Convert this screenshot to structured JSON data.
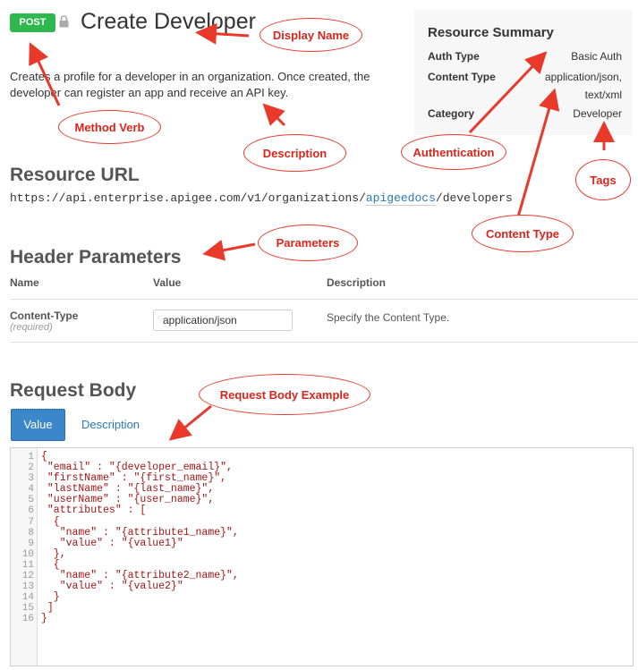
{
  "header": {
    "method": "POST",
    "display_name": "Create Developer",
    "description": "Creates a profile for a developer in an organization. Once created, the developer can register an app and receive an API key."
  },
  "summary": {
    "title": "Resource Summary",
    "rows": [
      {
        "label": "Auth Type",
        "value": "Basic Auth"
      },
      {
        "label": "Content Type",
        "value": "application/json, text/xml"
      },
      {
        "label": "Category",
        "value": "Developer"
      }
    ]
  },
  "resource_url": {
    "title": "Resource URL",
    "prefix": "https://api.enterprise.apigee.com/v1/organizations/",
    "param": "apigeedocs",
    "suffix": "/developers"
  },
  "header_params": {
    "title": "Header Parameters",
    "columns": [
      "Name",
      "Value",
      "Description"
    ],
    "rows": [
      {
        "name": "Content-Type",
        "required": "(required)",
        "value": "application/json",
        "description": "Specify the Content Type."
      }
    ]
  },
  "request_body": {
    "title": "Request Body",
    "tabs": [
      {
        "label": "Value",
        "active": true
      },
      {
        "label": "Description",
        "active": false
      }
    ],
    "line_numbers": "1\n2\n3\n4\n5\n6\n7\n8\n9\n10\n11\n12\n13\n14\n15\n16",
    "code_lines": [
      "{",
      " \"email\" : \"{developer_email}\",",
      " \"firstName\" : \"{first_name}\",",
      " \"lastName\" : \"{last_name}\",",
      " \"userName\" : \"{user_name}\",",
      " \"attributes\" : [",
      "  {",
      "   \"name\" : \"{attribute1_name}\",",
      "   \"value\" : \"{value1}\"",
      "  },",
      "  {",
      "   \"name\" : \"{attribute2_name}\",",
      "   \"value\" : \"{value2}\"",
      "  }",
      " ]",
      "}"
    ]
  },
  "annotations": {
    "display_name": "Display Name",
    "method_verb": "Method Verb",
    "description": "Description",
    "authentication": "Authentication",
    "tags": "Tags",
    "content_type": "Content Type",
    "parameters": "Parameters",
    "request_body_example": "Request Body Example"
  },
  "colors": {
    "method_green": "#2eb84d",
    "link_blue": "#2a7ab8",
    "tab_active": "#3b87c9",
    "annotation_red": "#e8392b"
  }
}
